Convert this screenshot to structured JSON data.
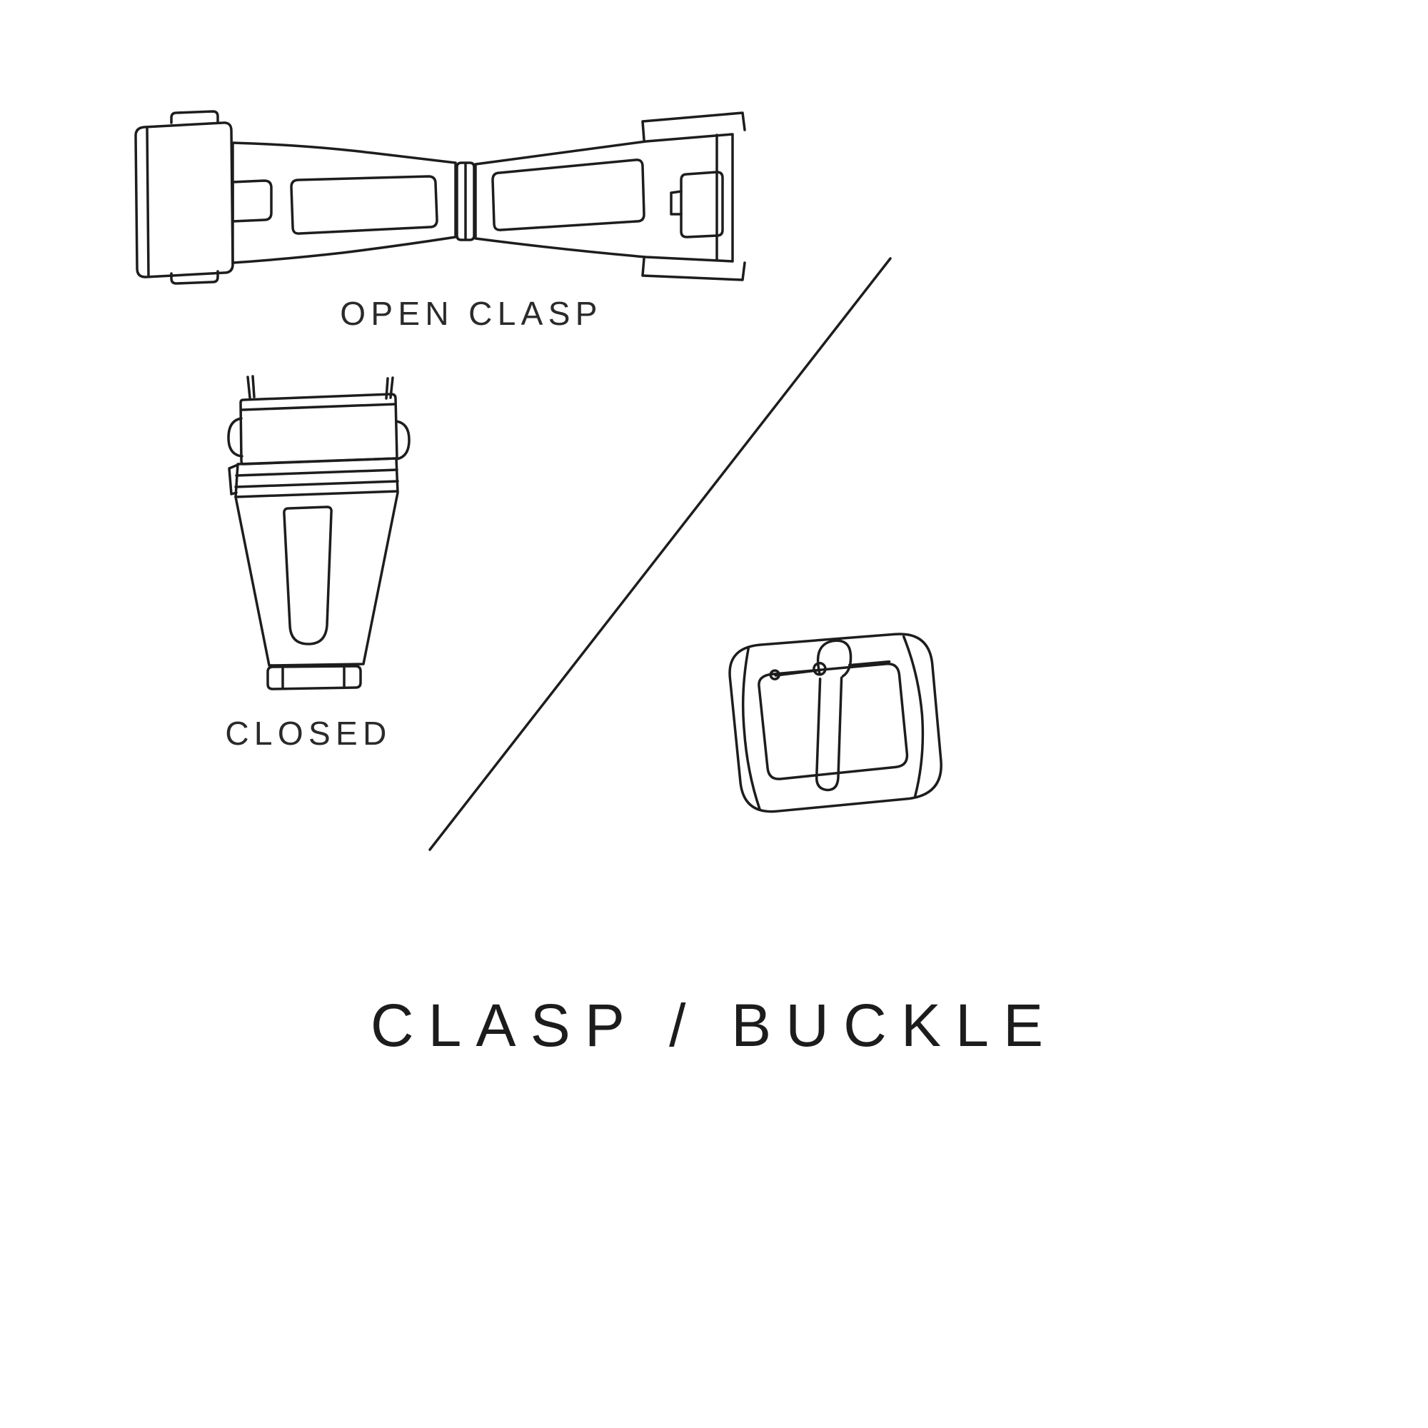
{
  "page": {
    "background": "#ffffff",
    "ink_color": "#1d1d1d",
    "title": "CLASP / BUCKLE"
  },
  "labels": {
    "open_clasp": "OPEN CLASP",
    "closed": "CLOSED"
  },
  "illustrations": {
    "open_clasp": "open-deployant-clasp-line-drawing",
    "closed_clasp": "closed-deployant-clasp-line-drawing",
    "buckle": "tang-buckle-line-drawing",
    "divider": "diagonal-divider-line"
  }
}
